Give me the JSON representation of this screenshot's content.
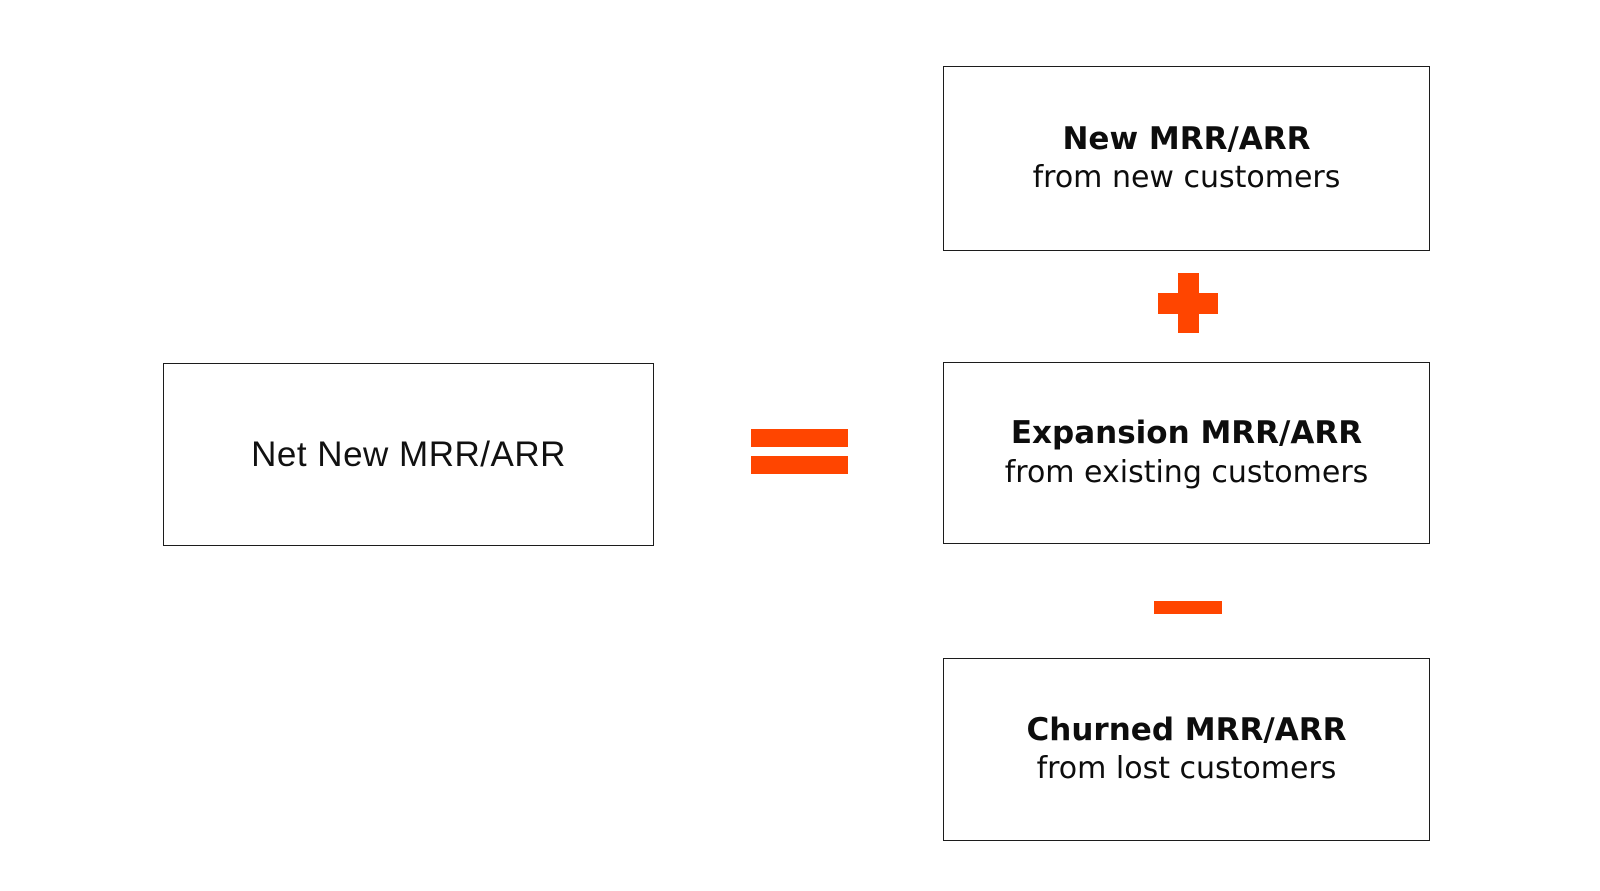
{
  "page": {
    "background": "#FFFFFF",
    "description": "Net New MRR/ARR formula diagram"
  },
  "colors": {
    "accent_orange": "#FF4500",
    "text_black": "#0D0D0D",
    "box_border": "#1C1C1C",
    "box_background": "#FFFFFF"
  },
  "formula": {
    "result": {
      "label": "Net New MRR/ARR"
    },
    "operators": {
      "equals": "=",
      "plus": "+",
      "minus": "−"
    },
    "components": [
      {
        "title": "New MRR/ARR",
        "subtitle": "from new customers"
      },
      {
        "title": "Expansion MRR/ARR",
        "subtitle": "from existing customers"
      },
      {
        "title": "Churned MRR/ARR",
        "subtitle": "from lost customers"
      }
    ]
  }
}
